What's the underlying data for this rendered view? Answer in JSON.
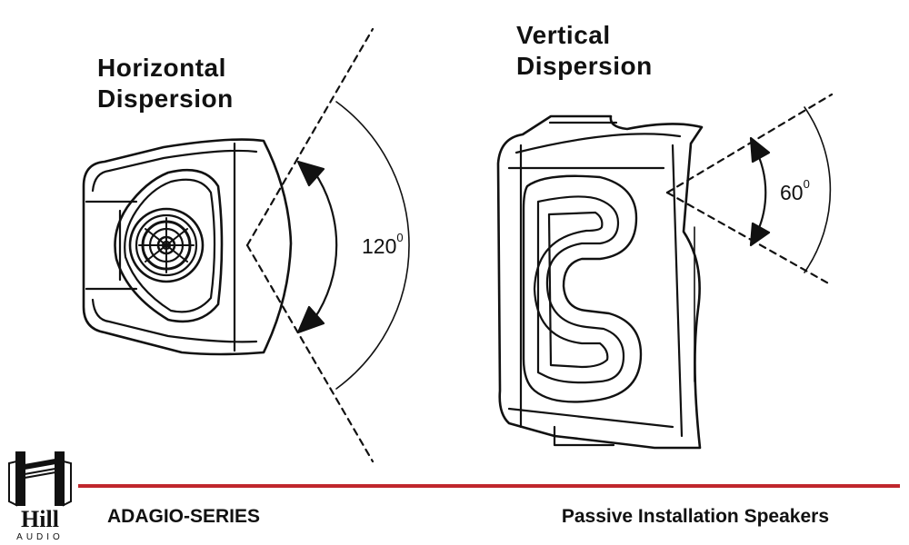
{
  "horizontal": {
    "title_line1": "Horizontal",
    "title_line2": "Dispersion",
    "angle": "120",
    "degree": "0"
  },
  "vertical": {
    "title_line1": "Vertical",
    "title_line2": "Dispersion",
    "angle": "60",
    "degree": "0"
  },
  "footer": {
    "series": "ADAGIO-SERIES",
    "subtitle": "Passive Installation Speakers"
  },
  "logo": {
    "word": "Hill",
    "sub": "AUDIO"
  },
  "colors": {
    "accent_line": "#c0272d",
    "ink": "#111111"
  }
}
